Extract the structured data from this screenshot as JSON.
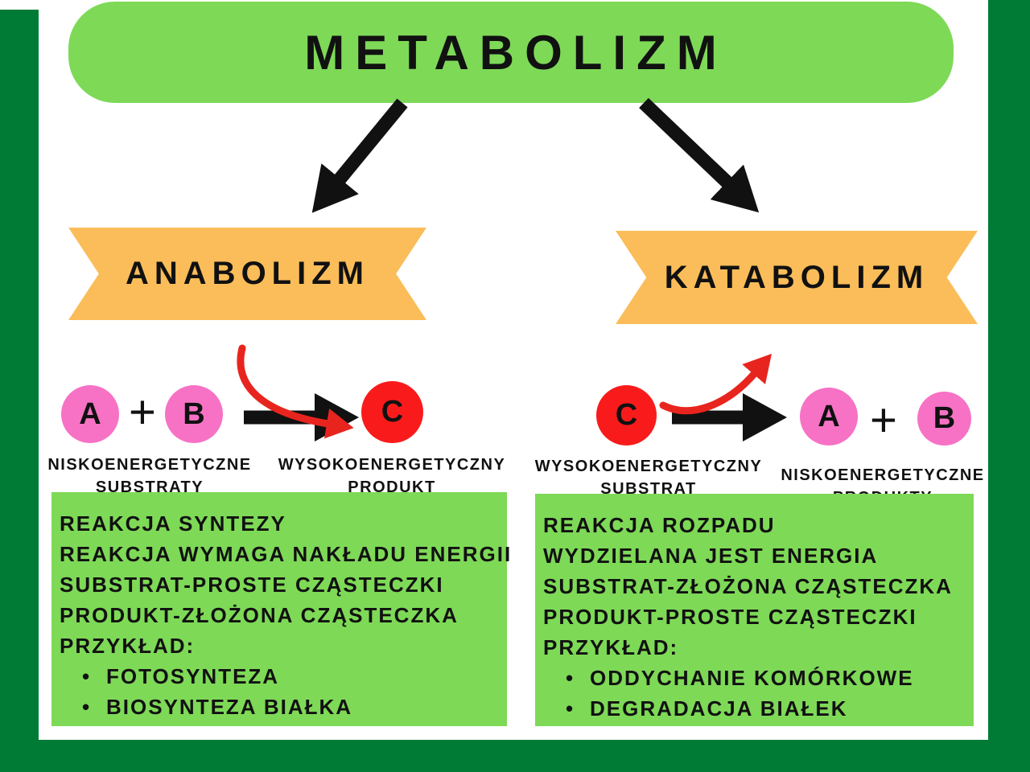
{
  "page": {
    "title": "METABOLIZM"
  },
  "colors": {
    "frame_green": "#007B35",
    "banner_green": "#7ED957",
    "ribbon_orange": "#FBBD59",
    "circle_pink": "#F772C5",
    "circle_red": "#F91B1B",
    "arrow_red": "#E8241E",
    "ink": "#111111"
  },
  "anabolizm": {
    "ribbon_label": "ANABOLIZM",
    "reaction": {
      "substrate_a": "A",
      "plus": "+",
      "substrate_b": "B",
      "product_c": "C",
      "substrates_label_line1": "NISKOENERGETYCZNE",
      "substrates_label_line2": "SUBSTRATY",
      "product_label_line1": "WYSOKOENERGETYCZNY",
      "product_label_line2": "PRODUKT"
    },
    "info_lines": [
      "REAKCJA SYNTEZY",
      "REAKCJA WYMAGA NAKŁADU ENERGII",
      "SUBSTRAT-PROSTE CZĄSTECZKI",
      "PRODUKT-ZŁOŻONA CZĄSTECZKA",
      "PRZYKŁAD:"
    ],
    "examples": [
      "FOTOSYNTEZA",
      "BIOSYNTEZA BIAŁKA"
    ]
  },
  "katabolizm": {
    "ribbon_label": "KATABOLIZM",
    "reaction": {
      "substrate_c": "C",
      "plus": "+",
      "product_a": "A",
      "product_b": "B",
      "substrate_label_line1": "WYSOKOENERGETYCZNY",
      "substrate_label_line2": "SUBSTRAT",
      "products_label_line1": "NISKOENERGETYCZNE",
      "products_label_line2": "PRODUKTY"
    },
    "info_lines": [
      "REAKCJA ROZPADU",
      "WYDZIELANA JEST ENERGIA",
      "SUBSTRAT-ZŁOŻONA CZĄSTECZKA",
      "PRODUKT-PROSTE CZĄSTECZKI",
      "PRZYKŁAD:"
    ],
    "examples": [
      "ODDYCHANIE KOMÓRKOWE",
      "DEGRADACJA BIAŁEK"
    ]
  }
}
